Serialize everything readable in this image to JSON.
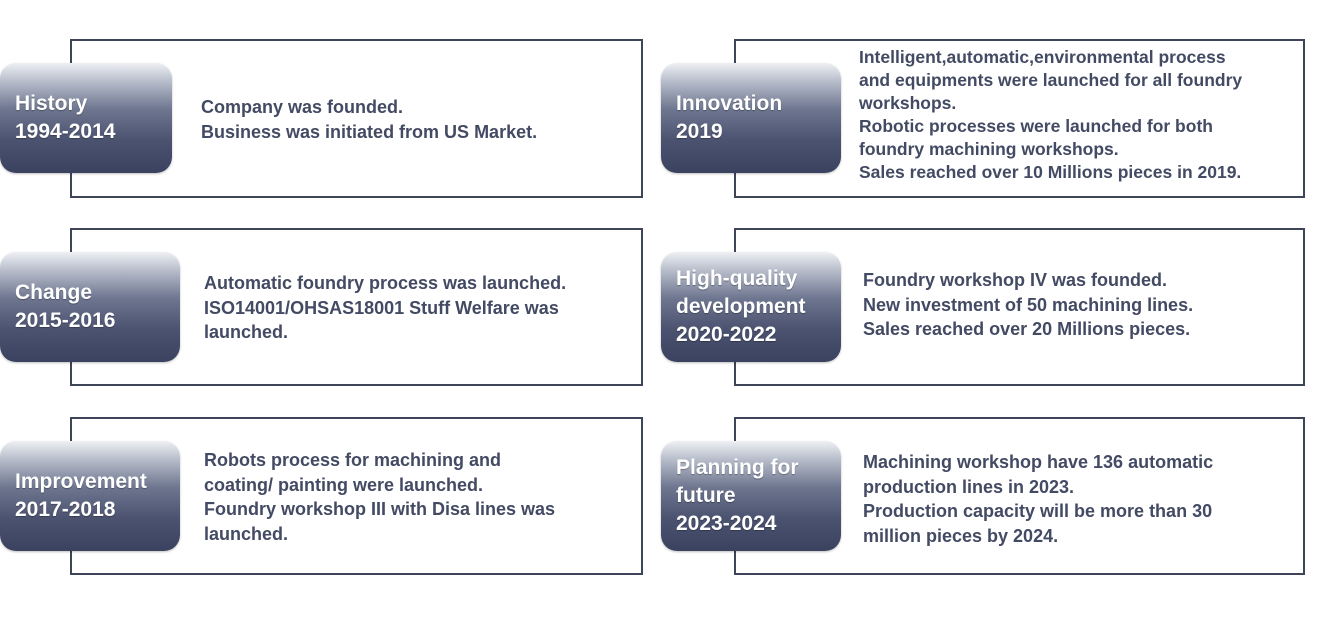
{
  "cards": [
    {
      "title": [
        "History",
        "1994-2014"
      ],
      "lines": [
        "Company was founded.",
        "Business was initiated from US Market."
      ]
    },
    {
      "title": [
        "Innovation",
        "2019"
      ],
      "lines": [
        "Intelligent,automatic,environmental process",
        "and equipments were launched for all foundry",
        "workshops.",
        "Robotic processes were launched for both",
        "foundry machining workshops.",
        "Sales reached over 10 Millions pieces in 2019."
      ]
    },
    {
      "title": [
        "Change",
        "2015-2016"
      ],
      "lines": [
        "Automatic foundry process was launched.",
        "ISO14001/OHSAS18001 Stuff Welfare was",
        "launched."
      ]
    },
    {
      "title": [
        "High-quality",
        "development",
        "2020-2022"
      ],
      "lines": [
        "Foundry workshop IV was founded.",
        "New investment of 50 machining lines.",
        "Sales reached over 20 Millions pieces."
      ]
    },
    {
      "title": [
        "Improvement",
        "2017-2018"
      ],
      "lines": [
        "Robots process for machining and",
        "coating/ painting were launched.",
        "Foundry workshop III with Disa lines was",
        "launched."
      ]
    },
    {
      "title": [
        "Planning for",
        "future",
        "2023-2024"
      ],
      "lines": [
        "Machining workshop have 136 automatic",
        "production lines in 2023.",
        "Production capacity will be more than 30",
        "million pieces by 2024."
      ]
    }
  ]
}
